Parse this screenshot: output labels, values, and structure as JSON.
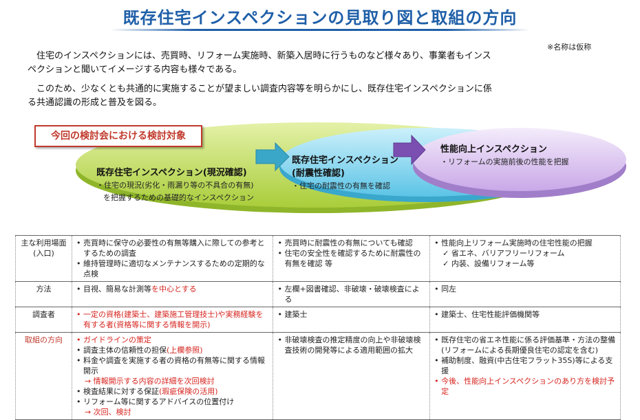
{
  "title": "既存住宅インスペクションの見取り図と取組の方向",
  "note": "※名称は仮称",
  "intro": [
    "住宅のインスペクションには、売買時、リフォーム実施時、新築入居時に行うものなど様々あり、事業者もインスペクションと聞いてイメージする内容も様々である。",
    "このため、少なくとも共通的に実施することが望ましい調査内容等を明らかにし、既存住宅インスペクションに係る共通認識の形成と普及を図る。"
  ],
  "diagram": {
    "scope_label": "今回の検討会における検討対象",
    "ellipses": [
      {
        "title": "既存住宅インスペクション(現況確認)",
        "desc_1": "・住宅の現況(劣化・雨漏り等の不具合の有無)",
        "desc_2": "を把握するための基礎的なインスペクション"
      },
      {
        "title_1": "既存住宅インスペクション",
        "title_2": "(耐震性確認)",
        "desc": "・住宅の耐震性の有無を確認"
      },
      {
        "title": "性能向上インスペクション",
        "desc": "・リフォームの実施前後の性能を把握"
      }
    ],
    "colors": {
      "green": "#b9d94a",
      "cyan": "#7fd4ec",
      "purple": "#c9a8e8",
      "red": "#c0392b"
    }
  },
  "table": {
    "rows": [
      {
        "category": "主な利用場面(入口)",
        "col1": [
          "売買時に保守の必要性の有無等購入に際しての参考とするための調査",
          "維持管理時に適切なメンテナンスするための定期的な点検"
        ],
        "col2": [
          "売買時に耐震性の有無についても確認",
          "住宅の安全性を確認するために耐震性の有無を確認 等"
        ],
        "col3": [
          "性能向上リフォーム実施時の住宅性能の把握"
        ],
        "col3_checks": [
          "✓ 省エネ、バリアフリーリフォーム",
          "✓ 内装、設備リフォーム等"
        ]
      },
      {
        "category": "方法",
        "col1_plain": "目視、簡易な計測等",
        "col1_red": "を中心とする",
        "col2": [
          "左欄+図書確認、非破壊・破壊検査による"
        ],
        "col3": [
          "同左"
        ]
      },
      {
        "category": "調査者",
        "col1_red": "一定の資格(建築士、建築施工管理技士)や実務経験を有する者(資格等に関する情報を開示)",
        "col2": [
          "建築士"
        ],
        "col3": [
          "建築士、住宅性能評価機関等"
        ]
      },
      {
        "category": "取組の方向",
        "col1": {
          "guideline": "ガイドラインの策定",
          "credibility": "調査主体の信頼性の担保",
          "credibility_note": "(上欄参照)",
          "disclosure": "料金や調査を実施する者の資格の有無等に関する情報開示",
          "disclosure_next": "→ 情報開示する内容の詳細を次回検討",
          "warranty": "検査結果に対する保証",
          "warranty_note": "(瑕疵保険の活用)",
          "advice": "リフォーム等に関するアドバイスの位置付け",
          "advice_next": "→ 次回、検討"
        },
        "col2": [
          "非破壊検査の推定精度の向上や非破壊検査技術の開発等による適用範囲の拡大"
        ],
        "col3": [
          "既存住宅の省エネ性能に係る評価基準・方法の整備(リフォームによる長期優良住宅の認定を含む)",
          "補助制度、融資(中古住宅フラット35S)等による支援"
        ],
        "col3_red": "今後、性能向上インスペクションのあり方を検討予定"
      }
    ]
  }
}
